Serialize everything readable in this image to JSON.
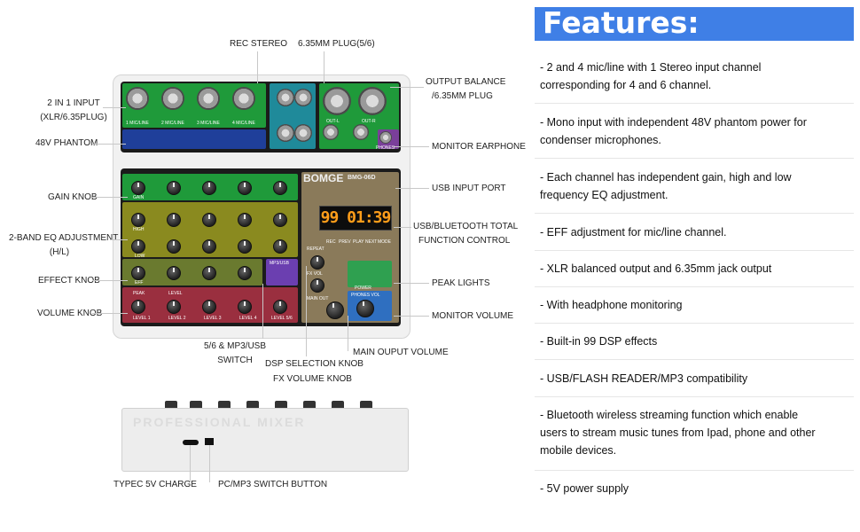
{
  "callouts": {
    "rec_stereo": "REC STEREO",
    "plug_56": "6.35MM PLUG(5/6)",
    "output_balance_1": "OUTPUT BALANCE",
    "output_balance_2": "/6.35MM PLUG",
    "two_in_one_1": "2 IN 1 INPUT",
    "two_in_one_2": "(XLR/6.35PLUG)",
    "phantom": "48V PHANTOM",
    "monitor_earphone": "MONITOR EARPHONE",
    "gain_knob": "GAIN KNOB",
    "usb_input": "USB INPUT PORT",
    "eq_1": "2-BAND EQ ADJUSTMENT",
    "eq_2": "(H/L)",
    "usb_bt_1": "USB/BLUETOOTH TOTAL",
    "usb_bt_2": "FUNCTION CONTROL",
    "effect_knob": "EFFECT KNOB",
    "peak_lights": "PEAK LIGHTS",
    "volume_knob": "VOLUME KNOB",
    "monitor_volume": "MONITOR VOLUME",
    "switch_56_1": "5/6 & MP3/USB",
    "switch_56_2": "SWITCH",
    "dsp_knob": "DSP SELECTION KNOB",
    "fx_volume": "FX VOLUME KNOB",
    "main_output": "MAIN OUPUT VOLUME",
    "typec": "TYPEC 5V CHARGE",
    "pc_mp3": "PC/MP3 SWITCH BUTTON"
  },
  "mixer": {
    "brand": "BOMGE",
    "model": "BMG-06D",
    "display": "99 01:39",
    "side_text": "PROFESSIONAL MIXER",
    "channel_labels": [
      "1 MIC/LINE",
      "2 MIC/LINE",
      "3 MIC/LINE",
      "4 MIC/LINE"
    ],
    "row_labels": [
      "GAIN",
      "HIGH",
      "LOW",
      "EFF",
      "PEAK",
      "LEVEL"
    ],
    "level_labels": [
      "LEVEL 1",
      "LEVEL 2",
      "LEVEL 3",
      "LEVEL 4",
      "LEVEL 5/6"
    ],
    "out_labels": [
      "OUT-L",
      "OUT-R"
    ],
    "phones_label": "PHONES",
    "mp3_button": "MP3/USB",
    "repeat_label": "REPEAT",
    "fx_vol_label": "FX VOL",
    "main_out_label": "MAIN OUT",
    "transport": [
      "REC",
      "PREV",
      "PLAY",
      "NEXT",
      "MODE"
    ],
    "power_label": "POWER",
    "phones_vol_label": "PHONES VOL"
  },
  "features": {
    "title": "Features:",
    "items": [
      "- 2 and 4 mic/line with 1 Stereo input channel corresponding for 4 and 6 channel.",
      "- Mono input with independent 48V phantom power for condenser microphones.",
      "- Each channel has independent gain, high and low frequency EQ adjustment.",
      "- EFF adjustment for mic/line channel.",
      "-  XLR balanced output and 6.35mm jack output",
      "- With headphone monitoring",
      "- Built-in 99 DSP effects",
      "- USB/FLASH READER/MP3 compatibility",
      "- Bluetooth wireless streaming function which enable users to stream music tunes from Ipad, phone and other mobile devices.",
      "- 5V power supply"
    ]
  },
  "colors": {
    "feature_header": "#3f7fe6",
    "input_zone": "#1f9a3a",
    "phantom_zone": "#1f3f9a",
    "stereo_zone": "#1f8a9a",
    "eq_zone": "#8a8a1f",
    "eff_zone": "#6a7a2f",
    "level_zone": "#9a2f3f",
    "usb_zone": "#8a7a5a",
    "display_digits": "#ff9d1a",
    "callout_line": "#c8c8c8"
  }
}
